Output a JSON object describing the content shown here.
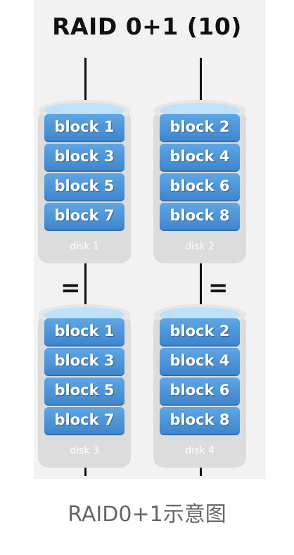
{
  "title": "RAID 0+1 (10)",
  "disks": [
    {
      "label": "disk 1",
      "blocks": [
        "block 1",
        "block 3",
        "block 5",
        "block 7"
      ]
    },
    {
      "label": "disk 2",
      "blocks": [
        "block 2",
        "block 4",
        "block 6",
        "block 8"
      ]
    },
    {
      "label": "disk 3",
      "blocks": [
        "block 1",
        "block 3",
        "block 5",
        "block 7"
      ]
    },
    {
      "label": "disk 4",
      "blocks": [
        "block 2",
        "block 4",
        "block 6",
        "block 8"
      ]
    }
  ],
  "mirror_symbol": "=",
  "caption": "RAID0+1示意图",
  "colors": {
    "block": "#4a90d9",
    "disk": "#dcdcdc",
    "background": "#f2f2f2"
  }
}
